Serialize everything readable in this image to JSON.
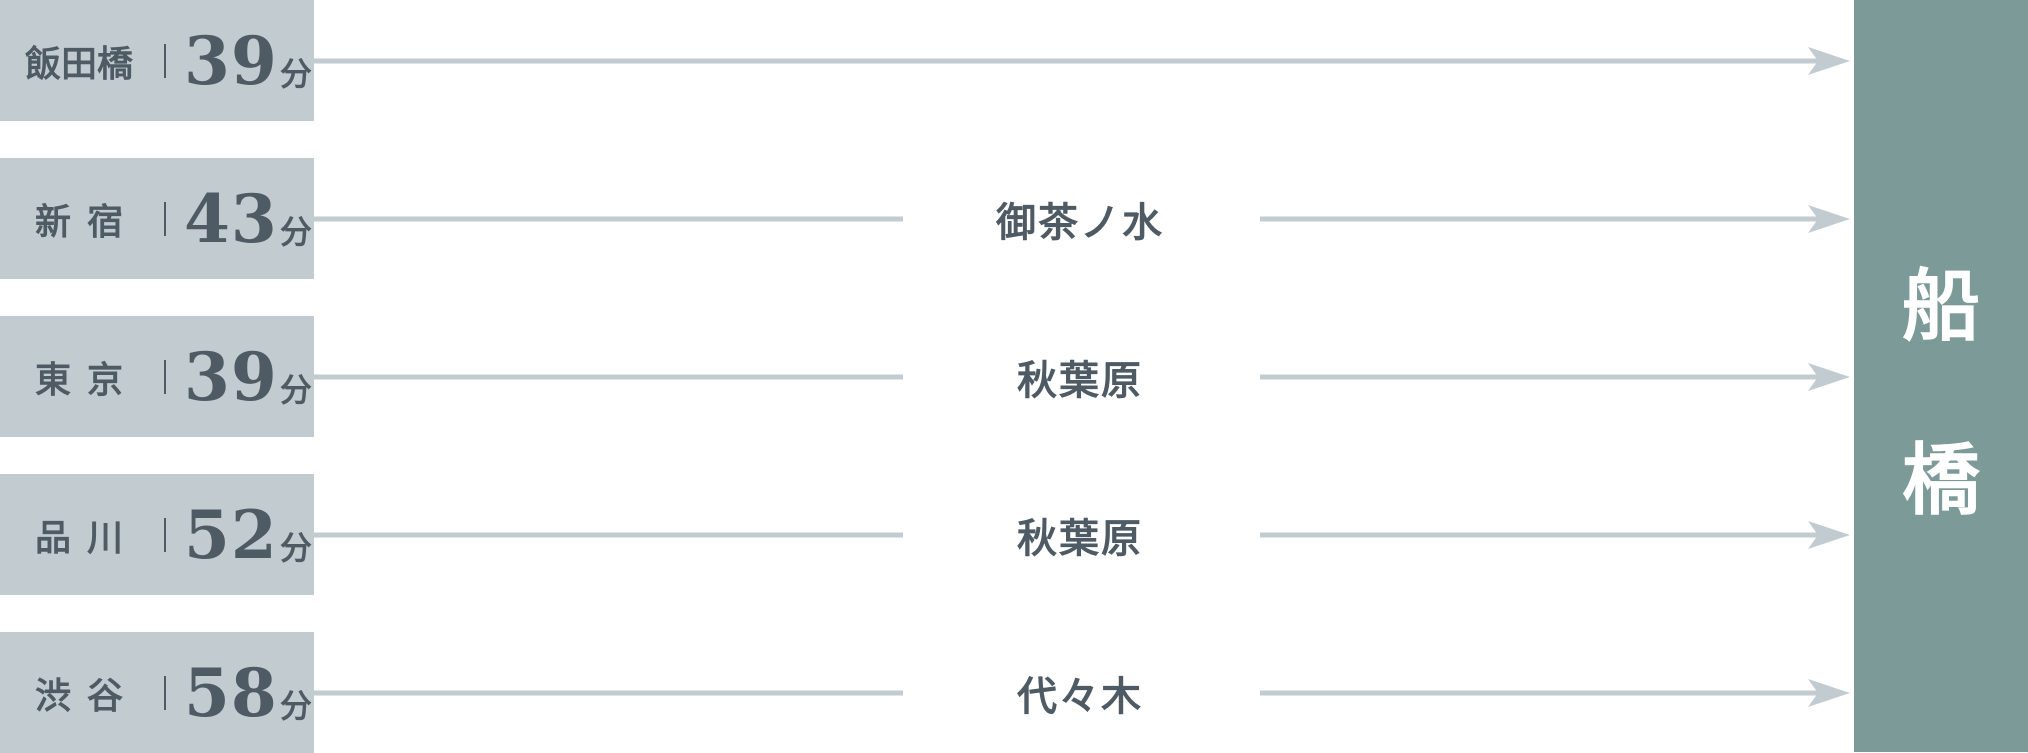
{
  "destination": {
    "chars": [
      "船",
      "橋"
    ]
  },
  "routes": [
    {
      "station": "飯田橋",
      "minutes": "39",
      "unit": "分",
      "via": ""
    },
    {
      "station": "新宿",
      "minutes": "43",
      "unit": "分",
      "via": "御茶ノ水"
    },
    {
      "station": "東京",
      "minutes": "39",
      "unit": "分",
      "via": "秋葉原"
    },
    {
      "station": "品川",
      "minutes": "52",
      "unit": "分",
      "via": "秋葉原"
    },
    {
      "station": "渋谷",
      "minutes": "58",
      "unit": "分",
      "via": "代々木"
    }
  ],
  "colors": {
    "station_box": "#c2cbcf",
    "text": "#4e5a64",
    "arrow": "#c2cbcf",
    "destination": "#7c9a98"
  }
}
